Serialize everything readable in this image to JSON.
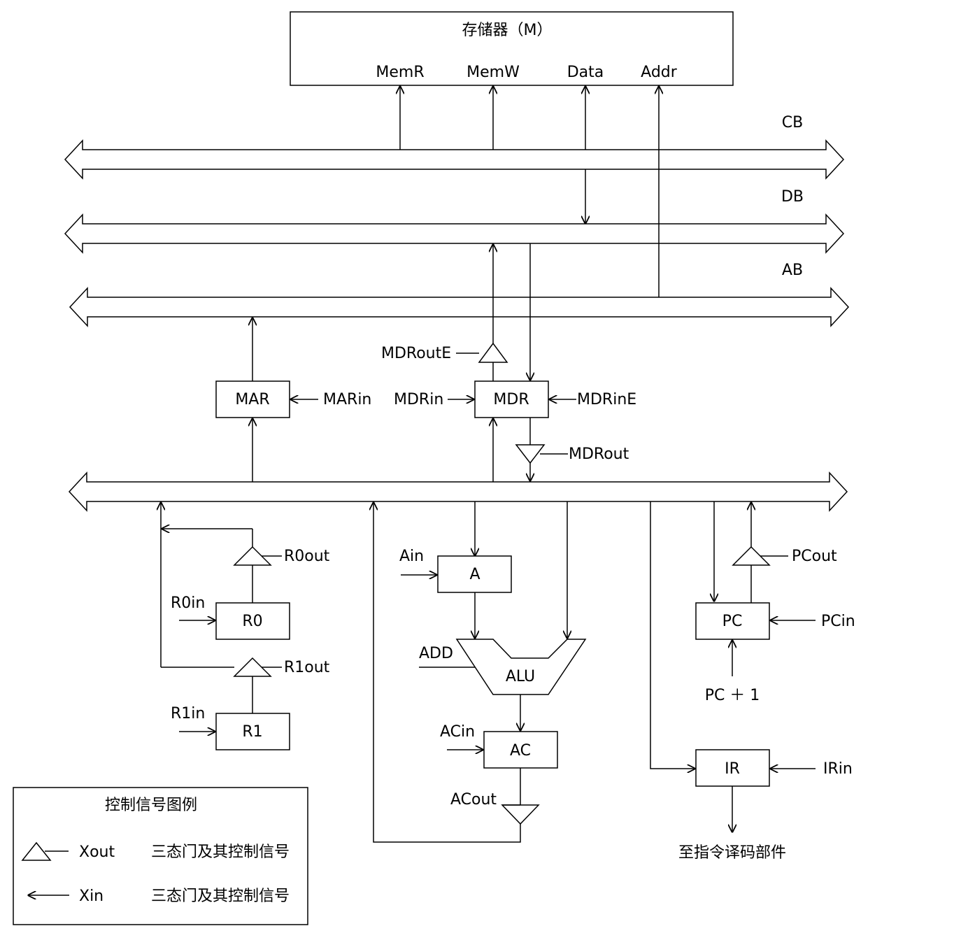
{
  "memory": {
    "title": "存储器（M）",
    "ports": [
      "MemR",
      "MemW",
      "Data",
      "Addr"
    ]
  },
  "buses": {
    "cb": "CB",
    "db": "DB",
    "ab": "AB"
  },
  "registers": {
    "mar": "MAR",
    "mdr": "MDR",
    "r0": "R0",
    "r1": "R1",
    "a": "A",
    "alu": "ALU",
    "ac": "AC",
    "pc": "PC",
    "ir": "IR"
  },
  "signals": {
    "mar_in": "MARin",
    "mdr_in": "MDRin",
    "mdr_in_e": "MDRinE",
    "mdr_out_e": "MDRoutE",
    "mdr_out": "MDRout",
    "r0_out": "R0out",
    "r0_in": "R0in",
    "r1_out": "R1out",
    "r1_in": "R1in",
    "a_in": "Ain",
    "add": "ADD",
    "ac_in": "ACin",
    "ac_out": "ACout",
    "pc_out": "PCout",
    "pc_in": "PCin",
    "pc_plus_one": "PC ＋ 1",
    "ir_in": "IRin",
    "to_decoder": "至指令译码部件"
  },
  "legend": {
    "title": "控制信号图例",
    "items": [
      {
        "symbol": "triangle",
        "label": "Xout",
        "desc": "三态门及其控制信号"
      },
      {
        "symbol": "arrow",
        "label": "Xin",
        "desc": "三态门及其控制信号"
      }
    ]
  }
}
